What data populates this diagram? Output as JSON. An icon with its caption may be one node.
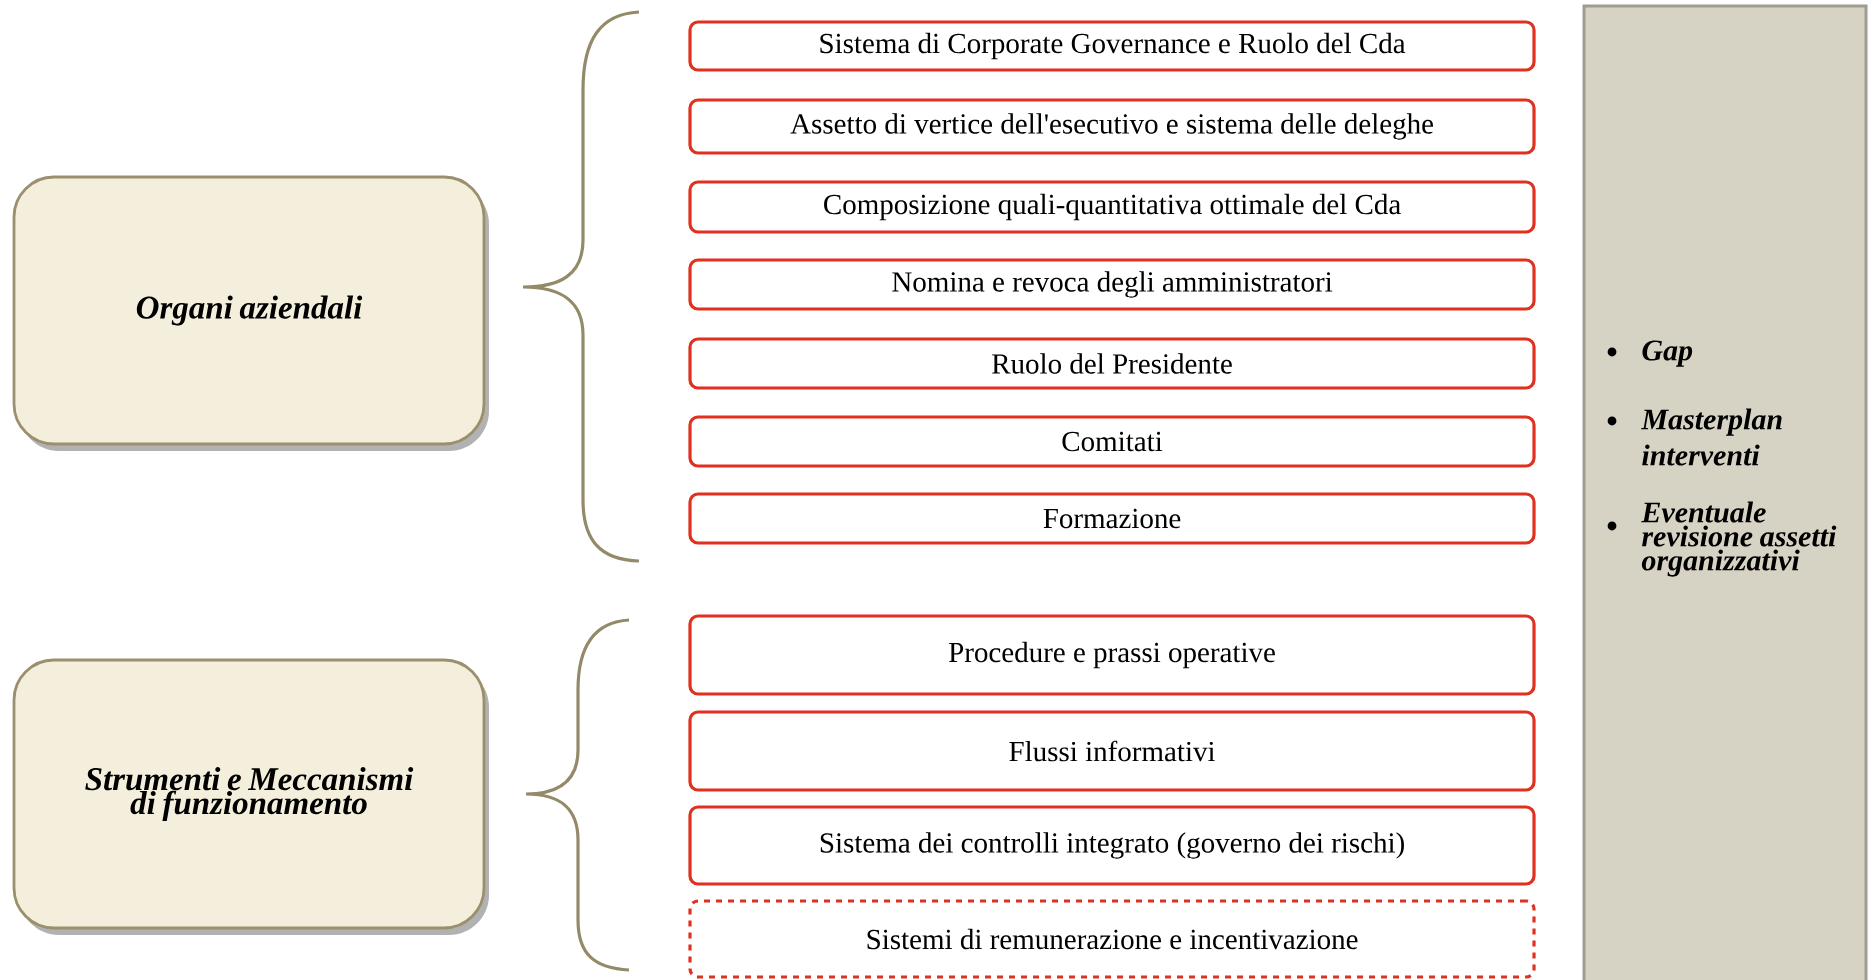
{
  "diagram": {
    "nodes": [
      {
        "text": [
          "Organi aziendali"
        ]
      },
      {
        "text": [
          "Sistema di Corporate Governance e Ruolo del Cda"
        ]
      },
      {
        "text": [
          "Assetto di vertice dell'esecutivo e sistema delle deleghe"
        ]
      },
      {
        "text": [
          "Composizione quali-quantitativa ottimale del Cda"
        ]
      },
      {
        "text": [
          "Nomina e revoca degli amministratori"
        ]
      },
      {
        "text": [
          "Ruolo del Presidente"
        ]
      },
      {
        "text": [
          "Comitati"
        ]
      },
      {
        "text": [
          "Formazione"
        ]
      },
      {
        "text": [
          "Strumenti e Meccanismi di funzionamento"
        ]
      },
      {
        "text": [
          "Procedure e prassi operative"
        ]
      },
      {
        "text": [
          "Flussi informativi"
        ]
      },
      {
        "text": [
          "Sistema dei controlli integrato (governo dei rischi)"
        ]
      },
      {
        "text": [
          "Sistemi di remunerazione e incentivazione"
        ]
      },
      {
        "text": [
          "Gap",
          "Masterplan interventi",
          "Eventuale revisione assetti organizzativi"
        ]
      }
    ]
  }
}
